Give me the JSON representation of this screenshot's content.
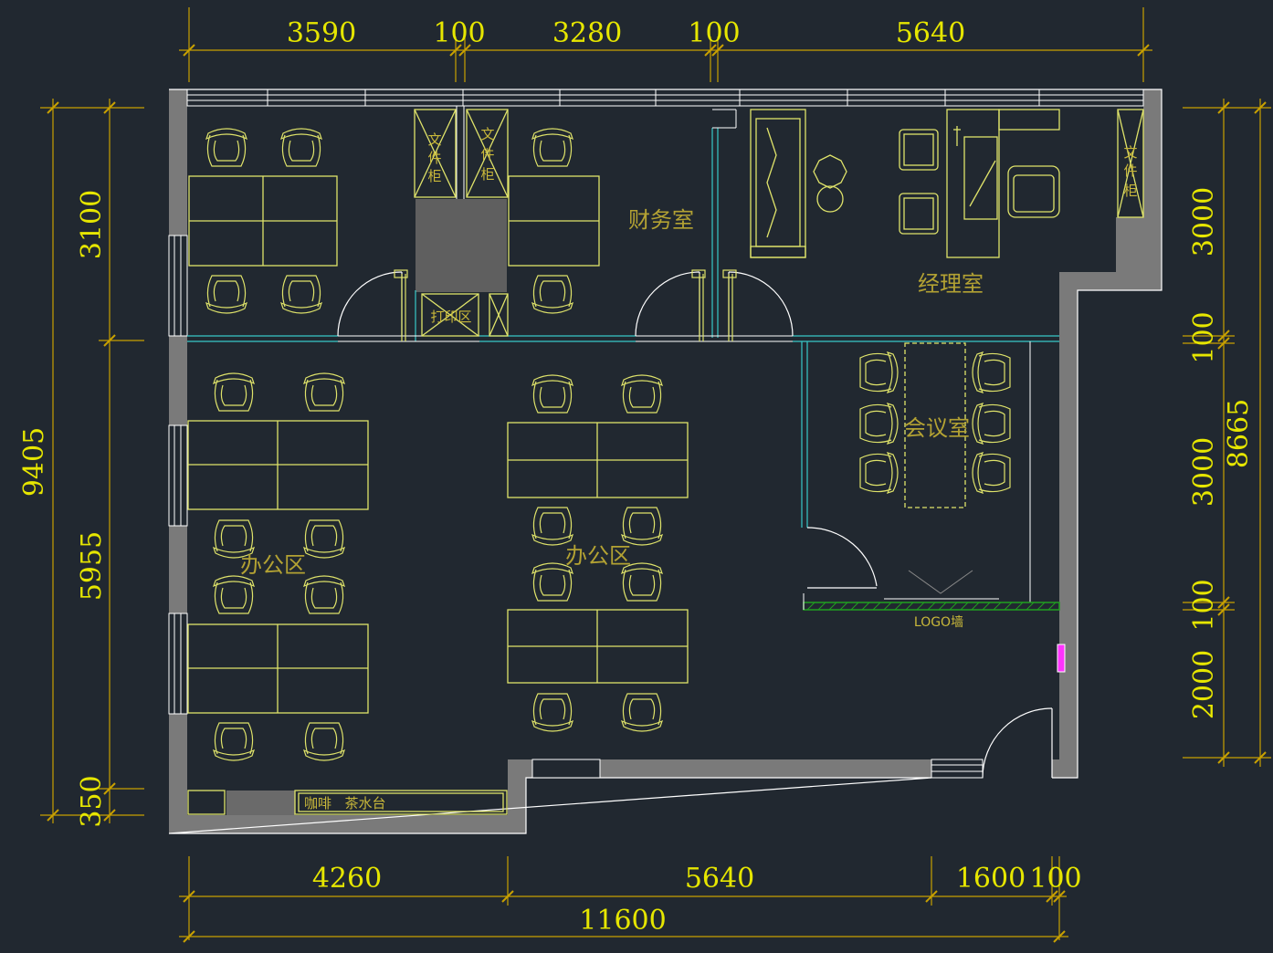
{
  "dimensions": {
    "top": [
      "3590",
      "100",
      "3280",
      "100",
      "5640"
    ],
    "bottom": [
      "4260",
      "5640",
      "1600",
      "100"
    ],
    "total": "11600",
    "left_outer": "9405",
    "left_inner": [
      "3100",
      "5955",
      "350"
    ],
    "right_inner": [
      "3000",
      "100",
      "3000",
      "100",
      "2000"
    ],
    "right_outer": "8665"
  },
  "rooms": {
    "finance": "财务室",
    "manager": "经理室",
    "meeting": "会议室",
    "office_left": "办公区",
    "office_center": "办公区"
  },
  "labels": {
    "print_area": "打印区",
    "cabinet_chars": [
      "文",
      "件",
      "柜"
    ],
    "coffee": "咖啡",
    "tea": "茶水台",
    "logo_wall": "LOGO墙"
  },
  "colors": {
    "background": "#212830",
    "dimension_text": "#e6e600",
    "dimension_lines": "#c8a000",
    "furniture": "#dfe36a",
    "room_label": "#b3a233",
    "wall_fill": "#7a7a7a",
    "wall_line": "#ffffff",
    "glass": "#38c8c8",
    "logo_wall": "#20a020",
    "marker": "#ff33ff"
  }
}
